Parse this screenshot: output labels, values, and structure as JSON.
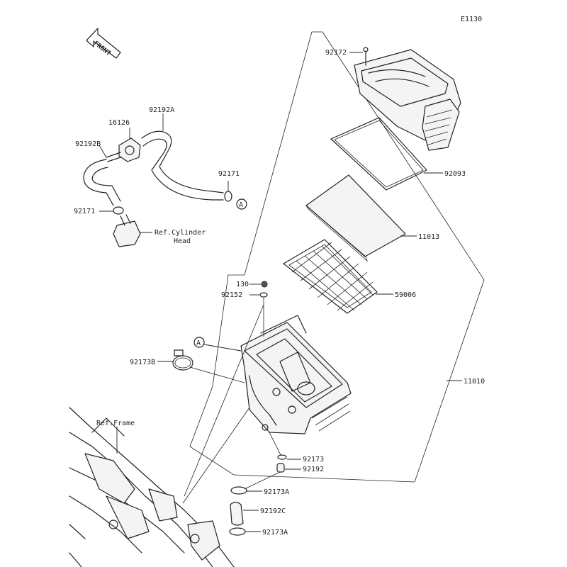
{
  "diagram": {
    "ref_code": "E1130",
    "front_label": "FRONT",
    "labels": {
      "p92172": "92172",
      "p92192A": "92192A",
      "p16126": "16126",
      "p92192B": "92192B",
      "p92171_top": "92171",
      "p92171_left": "92171",
      "ref_cylinder_1": "Ref.Cylinder",
      "ref_cylinder_2": "Head",
      "p92093": "92093",
      "p11013": "11013",
      "p130": "130",
      "p92152": "92152",
      "p59006": "59006",
      "p92173B": "92173B",
      "p11010": "11010",
      "ref_frame": "Ref.Frame",
      "p92173": "92173",
      "p92192": "92192",
      "p92173A_1": "92173A",
      "p92192C": "92192C",
      "p92173A_2": "92173A",
      "callout_a_1": "A",
      "callout_a_2": "A"
    }
  }
}
